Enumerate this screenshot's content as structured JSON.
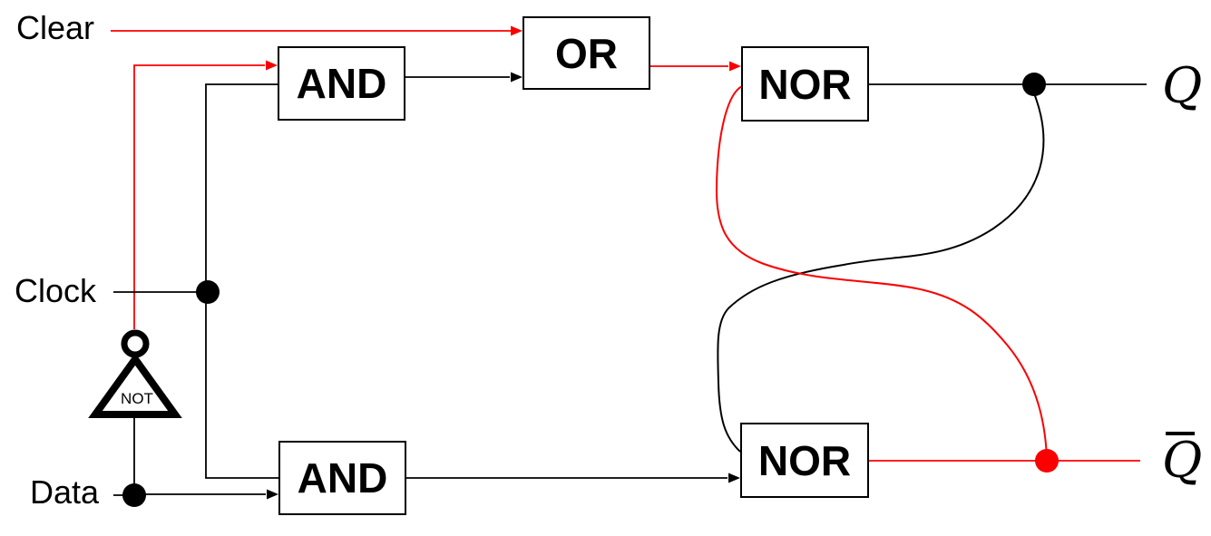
{
  "signals": {
    "clear": "Clear",
    "clock": "Clock",
    "data": "Data"
  },
  "outputs": {
    "q": "Q",
    "q_complement": "Q"
  },
  "gates": {
    "and_top": "AND",
    "or_mid": "OR",
    "nor_top": "NOR",
    "and_bottom": "AND",
    "nor_bottom": "NOR",
    "not_inverter": "NOT"
  },
  "colors": {
    "wire_default": "#000000",
    "wire_highlight": "#fb0000",
    "gate_fill": "#ffffff",
    "gate_border": "#000000"
  }
}
